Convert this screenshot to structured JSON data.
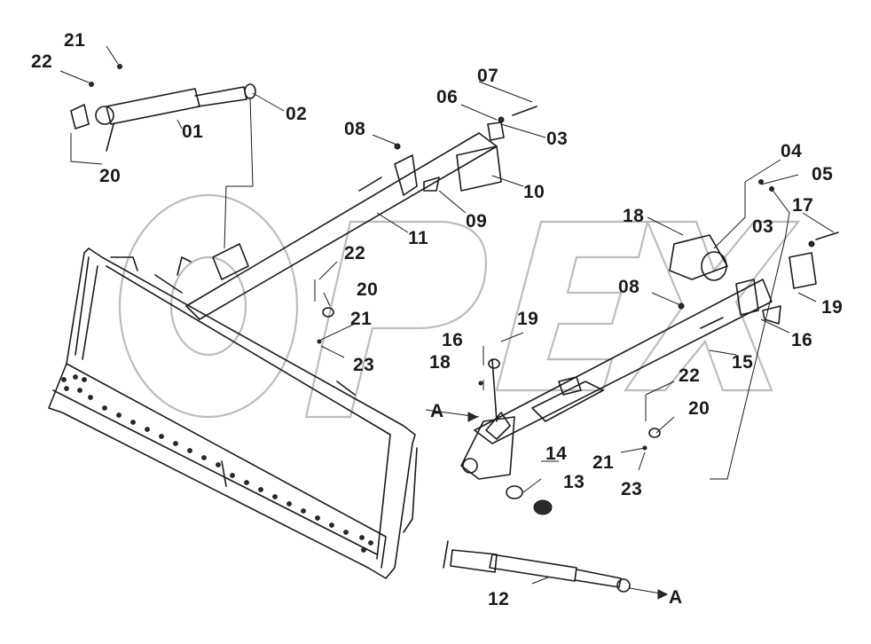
{
  "watermark": "OPEX",
  "callouts": {
    "c01": "01",
    "c02": "02",
    "c03a": "03",
    "c03b": "03",
    "c04": "04",
    "c05": "05",
    "c06": "06",
    "c07": "07",
    "c08a": "08",
    "c08b": "08",
    "c09": "09",
    "c10": "10",
    "c11": "11",
    "c12": "12",
    "c13": "13",
    "c14": "14",
    "c15": "15",
    "c16a": "16",
    "c16b": "16",
    "c17": "17",
    "c18a": "18",
    "c18b": "18",
    "c19a": "19",
    "c19b": "19",
    "c20a": "20",
    "c20b": "20",
    "c20c": "20",
    "c21a": "21",
    "c21b": "21",
    "c21c": "21",
    "c22a": "22",
    "c22b": "22",
    "c22c": "22",
    "c23a": "23",
    "c23b": "23",
    "refA1": "A",
    "refA2": "A"
  },
  "colors": {
    "ink": "#1a1a1a",
    "watermark": "#bcbcbc",
    "background": "#ffffff"
  }
}
